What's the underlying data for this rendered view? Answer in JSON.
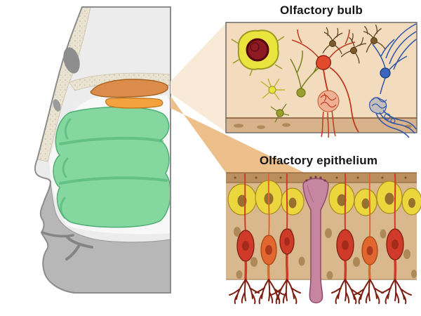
{
  "figure": {
    "type": "anatomical diagram",
    "subject": "Human olfactory system: sagittal head section with magnified callout panels"
  },
  "labels": {
    "olfactory_bulb": "Olfactory bulb",
    "olfactory_epithelium": "Olfactory epithelium"
  },
  "head_section": {
    "regions": [
      "skull-bone-stippled",
      "frontal-sinus",
      "nasal-cavity-turbinates-green",
      "olfactory-bulb-orange",
      "olfactory-epithelium-patch-orange",
      "lower-face-soft-tissue-gray"
    ]
  },
  "palette": {
    "head_fill": "#ececec",
    "head_outline": "#8c8c8c",
    "bone_stipple": "#eae3d2",
    "sinus_gray": "#8e8e8e",
    "nasal_green": "#84d79f",
    "green_shade": "#57b87c",
    "bulb_orange": "#db8c4a",
    "epithelium_orange": "#f4a23d",
    "soft_tissue_gray": "#b7b7b7",
    "beam_top": "#f8ead6",
    "beam_bottom": "#ecbf8b",
    "bulb_panel_bg": "#f3dcbd",
    "bulb_panel_base": "#d7b28a",
    "neuron_yellow": "#e9e43e",
    "glomerulus_dark_red": "#8e1b24",
    "neuron_olive": "#9aa02f",
    "neuron_red": "#e14a2c",
    "neuron_brown": "#7d5a2b",
    "neuron_blue": "#3a67bd",
    "epi_panel_bg": "#d9b88d",
    "epi_top_band": "#bb8e5d",
    "epi_cell_yellow": "#ecd63e",
    "orn_red": "#cf3b28",
    "orn_orange": "#e2672f",
    "gland_pink": "#c786a0",
    "cilia_maroon": "#7c1f12"
  }
}
